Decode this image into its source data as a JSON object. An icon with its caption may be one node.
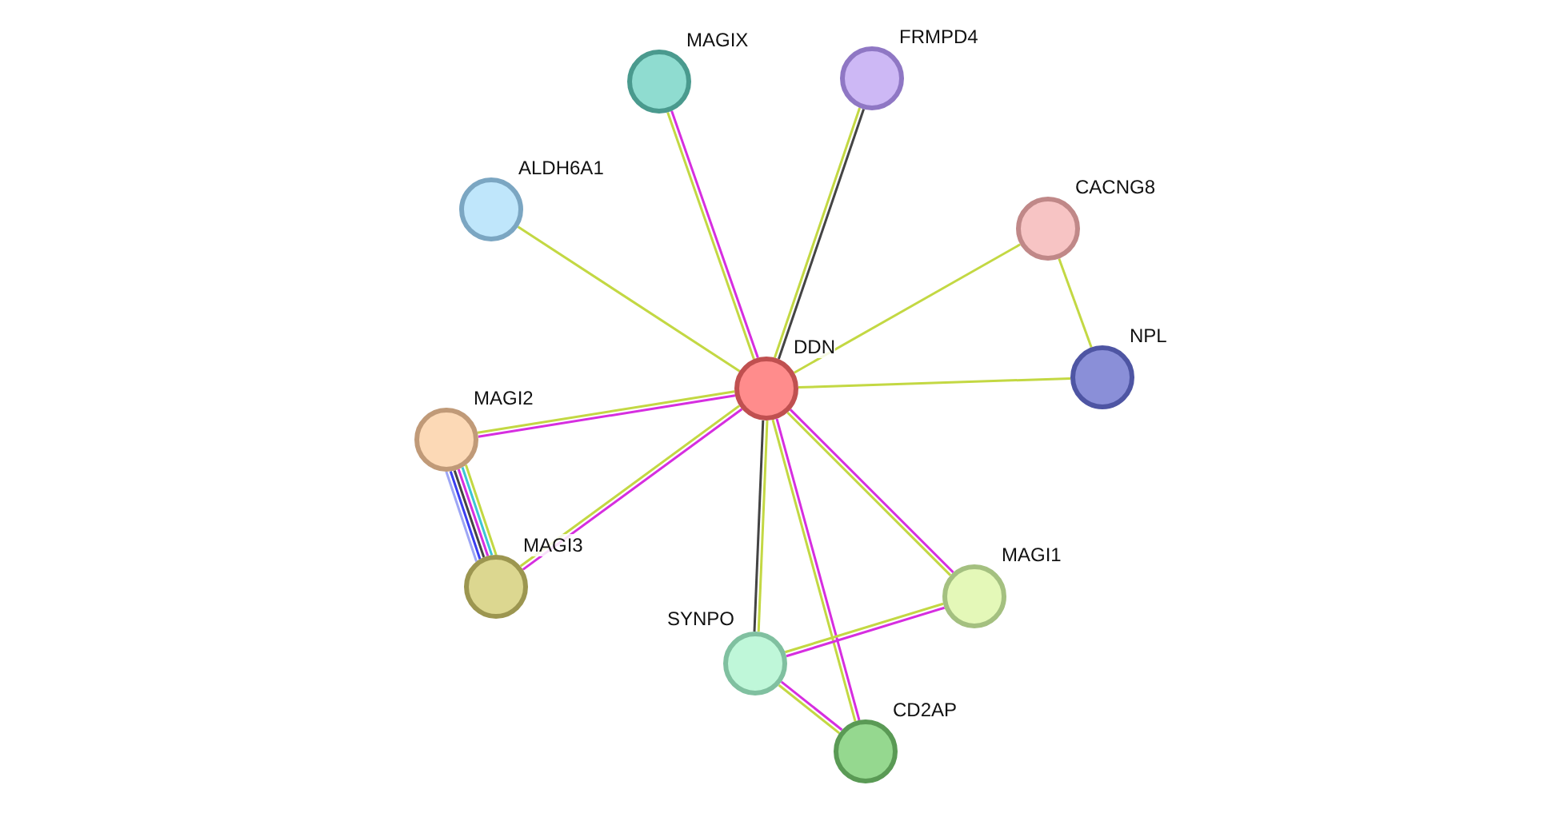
{
  "diagram": {
    "nodes": [
      {
        "text": [
          "MAGIX"
        ]
      },
      {
        "text": [
          "FRMPD4"
        ]
      },
      {
        "text": [
          "ALDH6A1"
        ]
      },
      {
        "text": [
          "CACNG8"
        ]
      },
      {
        "text": [
          "DDN"
        ]
      },
      {
        "text": [
          "NPL"
        ]
      },
      {
        "text": [
          "MAGI2"
        ]
      },
      {
        "text": [
          "MAGI3"
        ]
      },
      {
        "text": [
          "MAGI1"
        ]
      },
      {
        "text": [
          "SYNPO"
        ]
      },
      {
        "text": [
          "CD2AP"
        ]
      }
    ],
    "edges": [
      {
        "from": 4,
        "to": 0,
        "arrow": "none",
        "color": "#d62ee0"
      },
      {
        "from": 4,
        "to": 0,
        "arrow": "none",
        "color": "#c3d843"
      },
      {
        "from": 4,
        "to": 1,
        "arrow": "none",
        "color": "#444444"
      },
      {
        "from": 4,
        "to": 1,
        "arrow": "none",
        "color": "#c3d843"
      },
      {
        "from": 4,
        "to": 2,
        "arrow": "none",
        "color": "#c3d843"
      },
      {
        "from": 4,
        "to": 3,
        "arrow": "none",
        "color": "#c3d843"
      },
      {
        "from": 3,
        "to": 5,
        "arrow": "none",
        "color": "#c3d843"
      },
      {
        "from": 4,
        "to": 5,
        "arrow": "none",
        "color": "#c3d843"
      },
      {
        "from": 4,
        "to": 6,
        "arrow": "none",
        "color": "#d62ee0"
      },
      {
        "from": 4,
        "to": 6,
        "arrow": "none",
        "color": "#c3d843"
      },
      {
        "from": 4,
        "to": 7,
        "arrow": "none",
        "color": "#d62ee0"
      },
      {
        "from": 4,
        "to": 7,
        "arrow": "none",
        "color": "#c3d843"
      },
      {
        "from": 6,
        "to": 7,
        "arrow": "none",
        "color": "#c3d843"
      },
      {
        "from": 6,
        "to": 7,
        "arrow": "none",
        "color": "#3bc5d6"
      },
      {
        "from": 6,
        "to": 7,
        "arrow": "none",
        "color": "#d62ee0"
      },
      {
        "from": 6,
        "to": 7,
        "arrow": "none",
        "color": "#444444"
      },
      {
        "from": 6,
        "to": 7,
        "arrow": "none",
        "color": "#3a3ef0"
      },
      {
        "from": 6,
        "to": 7,
        "arrow": "none",
        "color": "#9ea6f5"
      },
      {
        "from": 4,
        "to": 9,
        "arrow": "none",
        "color": "#c3d843"
      },
      {
        "from": 4,
        "to": 9,
        "arrow": "none",
        "color": "#444444"
      },
      {
        "from": 4,
        "to": 10,
        "arrow": "none",
        "color": "#d62ee0"
      },
      {
        "from": 4,
        "to": 10,
        "arrow": "none",
        "color": "#c3d843"
      },
      {
        "from": 4,
        "to": 8,
        "arrow": "none",
        "color": "#d62ee0"
      },
      {
        "from": 4,
        "to": 8,
        "arrow": "none",
        "color": "#c3d843"
      },
      {
        "from": 9,
        "to": 8,
        "arrow": "none",
        "color": "#d62ee0"
      },
      {
        "from": 9,
        "to": 8,
        "arrow": "none",
        "color": "#c3d843"
      },
      {
        "from": 9,
        "to": 10,
        "arrow": "none",
        "color": "#d62ee0"
      },
      {
        "from": 9,
        "to": 10,
        "arrow": "none",
        "color": "#c3d843"
      }
    ]
  }
}
